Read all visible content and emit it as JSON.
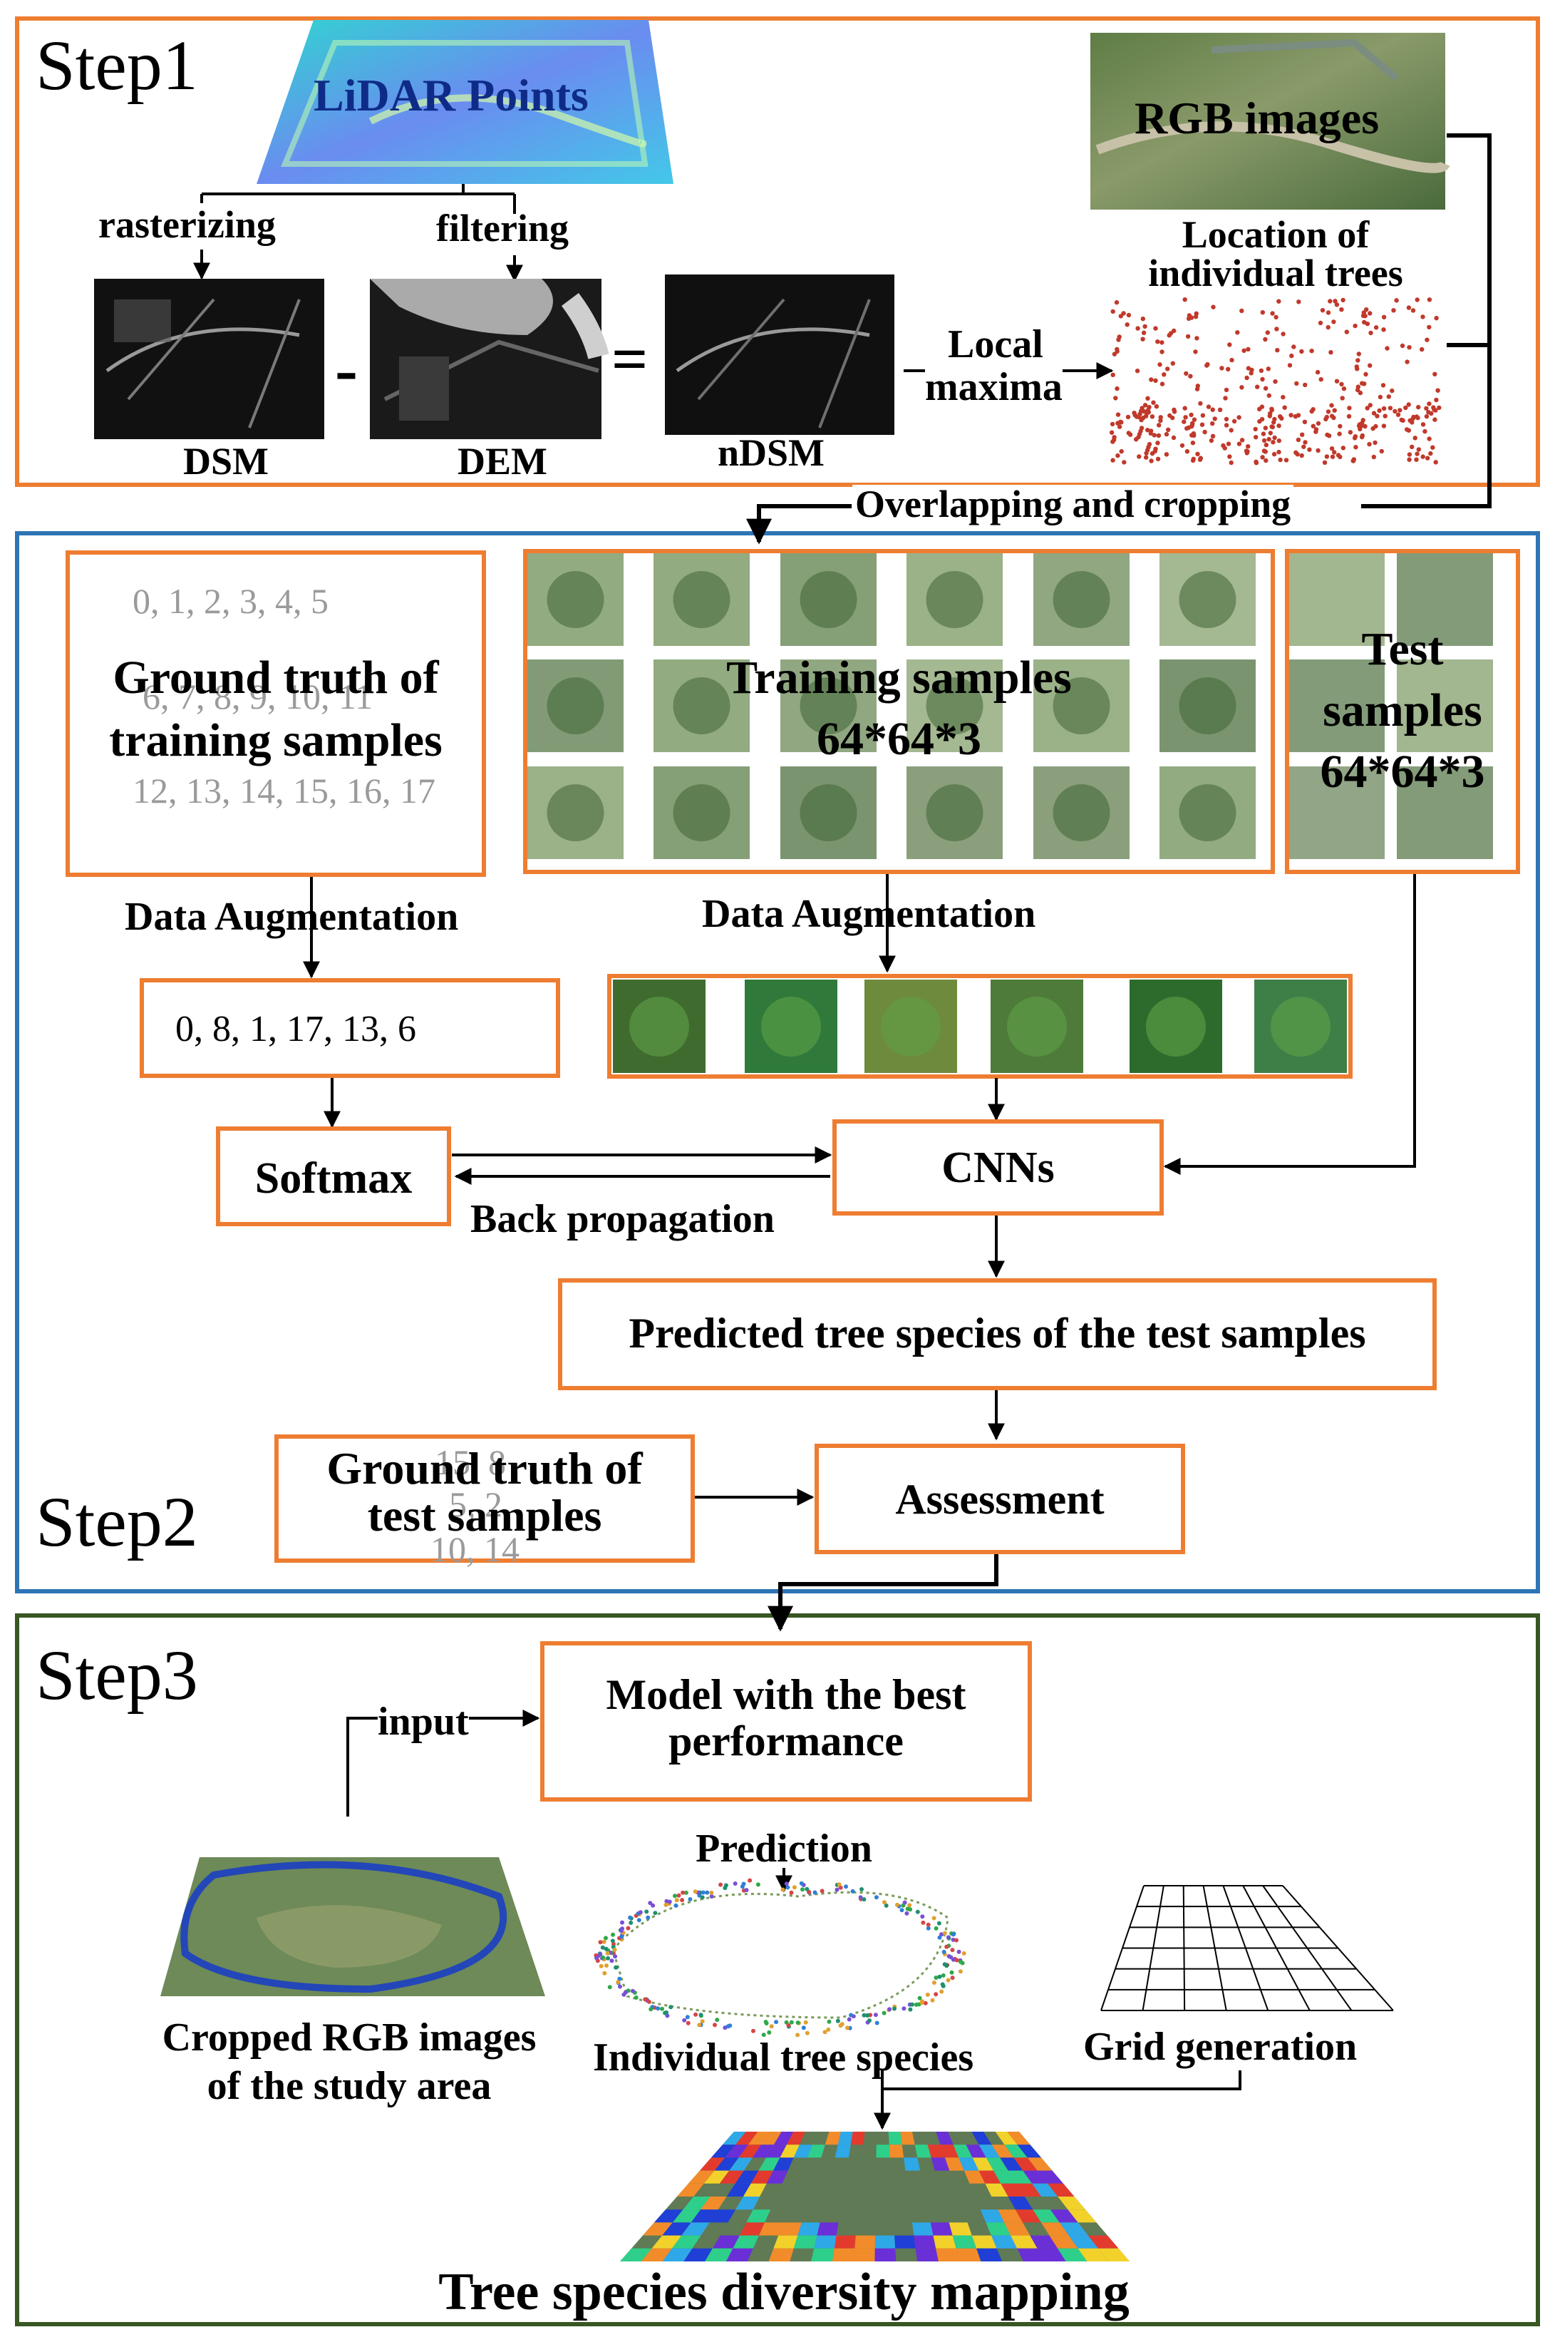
{
  "step1": {
    "title": "Step1",
    "lidar_label": "LiDAR Points",
    "rasterizing": "rasterizing",
    "filtering": "filtering",
    "dsm": "DSM",
    "dem": "DEM",
    "ndsm": "nDSM",
    "minus": "-",
    "equals": "=",
    "local": "Local",
    "maxima": "maxima",
    "rgb_images": "RGB images",
    "location_line1": "Location of",
    "location_line2": "individual trees",
    "overlap": "Overlapping and cropping"
  },
  "step2": {
    "title": "Step2",
    "gt_train_line1": "Ground truth of",
    "gt_train_line2": "training samples",
    "gt_nums_row1": "0,   1,   2,   3,    4,    5",
    "gt_nums_row2": "6,   7,   8,   9,  10,  11",
    "gt_nums_row3": "12,  13, 14, 15, 16, 17",
    "training_line1": "Training samples",
    "training_line2": "64*64*3",
    "test_line1": "Test",
    "test_line2": "samples",
    "test_line3": "64*64*3",
    "data_aug_left": "Data Augmentation",
    "data_aug_right": "Data Augmentation",
    "aug_numbers": "0,   8,   1,   17,   13,   6",
    "softmax": "Softmax",
    "cnns": "CNNs",
    "backprop": "Back propagation",
    "predicted": "Predicted tree species of the test samples",
    "gt_test_line1": "Ground truth of",
    "gt_test_line2": "test samples",
    "gt_test_n1": "15,   8",
    "gt_test_n2": "5,    2",
    "gt_test_n3": "10,  14",
    "assessment": "Assessment"
  },
  "step3": {
    "title": "Step3",
    "model_line1": "Model with the best",
    "model_line2": "performance",
    "input": "input",
    "prediction": "Prediction",
    "cropped_line1": "Cropped RGB images",
    "cropped_line2": "of the study area",
    "individual": "Individual tree species",
    "grid": "Grid generation",
    "mapping": "Tree species diversity mapping"
  },
  "colors": {
    "step1_border": "#ee7d31",
    "step2_border": "#2e75b6",
    "step3_border": "#385723",
    "box_border": "#ee7d31"
  }
}
